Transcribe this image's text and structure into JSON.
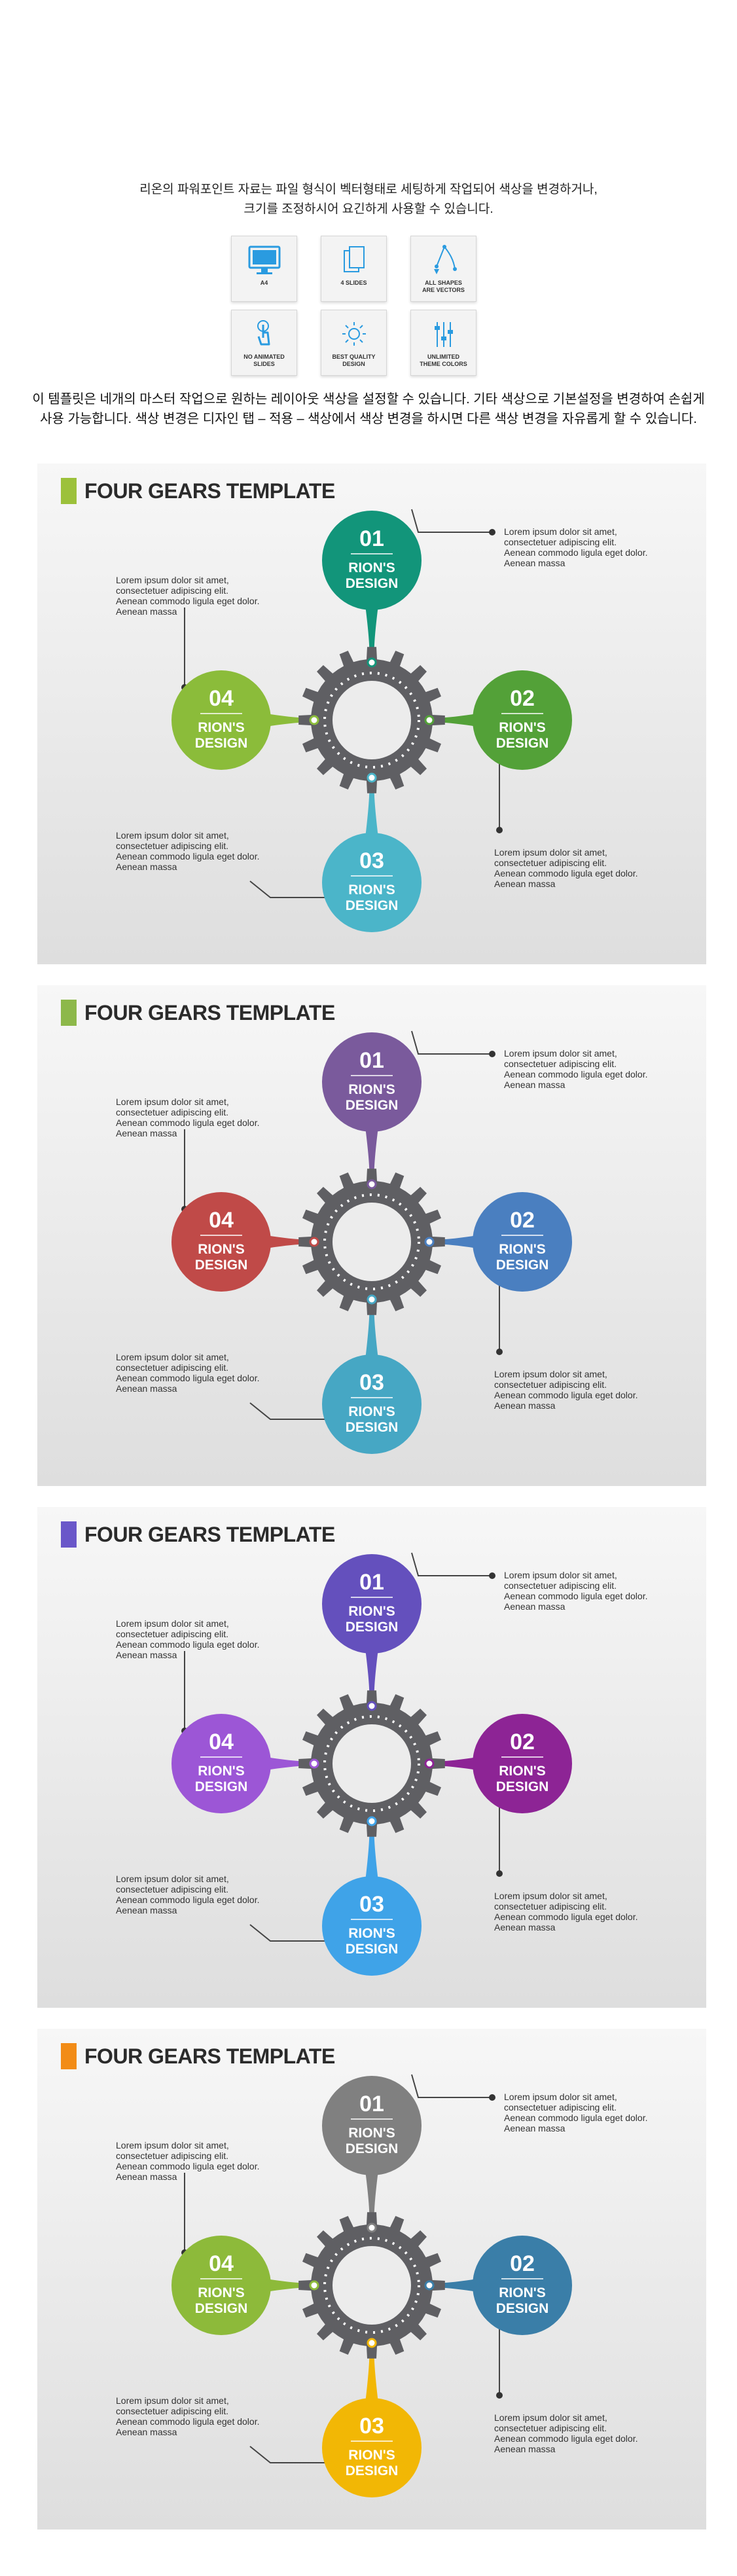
{
  "intro": {
    "line1": "리온의 파워포인트 자료는 파일 형식이 벡터형태로 세팅하게 작업되어  색상을 변경하거나,",
    "line2": "크기를 조정하시어 요긴하게 사용할 수 있습니다."
  },
  "features": [
    {
      "label": "A4",
      "icon": "monitor-icon"
    },
    {
      "label": "4 SLIDES",
      "icon": "slides-icon"
    },
    {
      "label": "ALL SHAPES\nARE VECTORS",
      "icon": "vector-pen-icon"
    },
    {
      "label": "NO ANIMATED\nSLIDES",
      "icon": "touch-icon"
    },
    {
      "label": "BEST QUALITY\nDESIGN",
      "icon": "sun-icon"
    },
    {
      "label": "UNLIMITED\nTHEME COLORS",
      "icon": "sliders-icon"
    }
  ],
  "description": {
    "line1": "이 템플릿은 네개의 마스터 작업으로 원하는 레이아웃 색상을 설정할 수 있습니다. 기타 색상으로 기본설정을 변경하여 손쉽게",
    "line2": "사용 가능합니다. 색상 변경은 디자인 탭 – 적용 – 색상에서 색상 변경을 하시면 다른 색상 변경을 자유롭게 할 수 있습니다."
  },
  "slides": [
    {
      "title": "FOUR GEARS TEMPLATE",
      "accent": "#9cc13b",
      "colors": [
        "#12957a",
        "#53a138",
        "#4bb5c9",
        "#8bbc3a"
      ],
      "gear_dot": "#f0b400",
      "bubbles": [
        {
          "num": "01",
          "label": "RION'S\nDESIGN"
        },
        {
          "num": "02",
          "label": "RION'S\nDESIGN"
        },
        {
          "num": "03",
          "label": "RION'S\nDESIGN"
        },
        {
          "num": "04",
          "label": "RION'S\nDESIGN"
        }
      ],
      "texts": [
        "Lorem ipsum dolor sit amet,\nconsectetuer adipiscing elit.\nAenean commodo ligula eget dolor.\nAenean massa",
        "Lorem ipsum dolor sit amet,\nconsectetuer adipiscing elit.\nAenean commodo ligula eget dolor.\nAenean massa",
        "Lorem ipsum dolor sit amet,\nconsectetuer adipiscing elit.\nAenean commodo ligula eget dolor.\nAenean massa",
        "Lorem ipsum dolor sit amet,\nconsectetuer adipiscing elit.\nAenean commodo ligula eget dolor.\nAenean massa"
      ]
    },
    {
      "title": "FOUR GEARS TEMPLATE",
      "accent": "#8db84a",
      "colors": [
        "#7a5a9c",
        "#4a7fc0",
        "#46a7c4",
        "#c04a48"
      ],
      "gear_dot": "#6a6a6a",
      "bubbles": [
        {
          "num": "01",
          "label": "RION'S\nDESIGN"
        },
        {
          "num": "02",
          "label": "RION'S\nDESIGN"
        },
        {
          "num": "03",
          "label": "RION'S\nDESIGN"
        },
        {
          "num": "04",
          "label": "RION'S\nDESIGN"
        }
      ],
      "texts": [
        "Lorem ipsum dolor sit amet,\nconsectetuer adipiscing elit.\nAenean commodo ligula eget dolor.\nAenean massa",
        "Lorem ipsum dolor sit amet,\nconsectetuer adipiscing elit.\nAenean commodo ligula eget dolor.\nAenean massa",
        "Lorem ipsum dolor sit amet,\nconsectetuer adipiscing elit.\nAenean commodo ligula eget dolor.\nAenean massa",
        "Lorem ipsum dolor sit amet,\nconsectetuer adipiscing elit.\nAenean commodo ligula eget dolor.\nAenean massa"
      ]
    },
    {
      "title": "FOUR GEARS TEMPLATE",
      "accent": "#6a57c9",
      "colors": [
        "#6450bd",
        "#8d2495",
        "#3fa3e8",
        "#9c56d6"
      ],
      "gear_dot": "#4a90e2",
      "bubbles": [
        {
          "num": "01",
          "label": "RION'S\nDESIGN"
        },
        {
          "num": "02",
          "label": "RION'S\nDESIGN"
        },
        {
          "num": "03",
          "label": "RION'S\nDESIGN"
        },
        {
          "num": "04",
          "label": "RION'S\nDESIGN"
        }
      ],
      "texts": [
        "Lorem ipsum dolor sit amet,\nconsectetuer adipiscing elit.\nAenean commodo ligula eget dolor.\nAenean massa",
        "Lorem ipsum dolor sit amet,\nconsectetuer adipiscing elit.\nAenean commodo ligula eget dolor.\nAenean massa",
        "Lorem ipsum dolor sit amet,\nconsectetuer adipiscing elit.\nAenean commodo ligula eget dolor.\nAenean massa",
        "Lorem ipsum dolor sit amet,\nconsectetuer adipiscing elit.\nAenean commodo ligula eget dolor.\nAenean massa"
      ]
    },
    {
      "title": "FOUR GEARS TEMPLATE",
      "accent": "#f28c16",
      "colors": [
        "#808080",
        "#3a7ea8",
        "#f2b705",
        "#8dba3a"
      ],
      "gear_dot": "#f2b705",
      "bubbles": [
        {
          "num": "01",
          "label": "RION'S\nDESIGN"
        },
        {
          "num": "02",
          "label": "RION'S\nDESIGN"
        },
        {
          "num": "03",
          "label": "RION'S\nDESIGN"
        },
        {
          "num": "04",
          "label": "RION'S\nDESIGN"
        }
      ],
      "texts": [
        "Lorem ipsum dolor sit amet,\nconsectetuer adipiscing elit.\nAenean commodo ligula eget dolor.\nAenean massa",
        "Lorem ipsum dolor sit amet,\nconsectetuer adipiscing elit.\nAenean commodo ligula eget dolor.\nAenean massa",
        "Lorem ipsum dolor sit amet,\nconsectetuer adipiscing elit.\nAenean commodo ligula eget dolor.\nAenean massa",
        "Lorem ipsum dolor sit amet,\nconsectetuer adipiscing elit.\nAenean commodo ligula eget dolor.\nAenean massa"
      ]
    }
  ]
}
